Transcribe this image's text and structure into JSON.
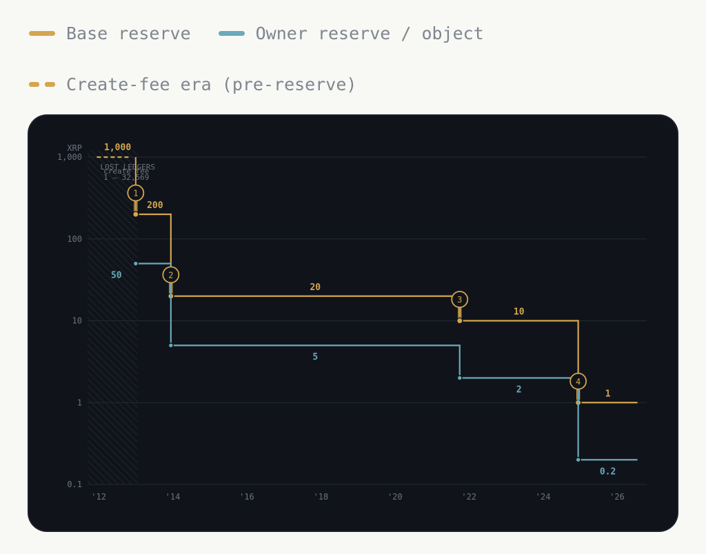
{
  "legend": [
    {
      "label": "Base reserve",
      "color": "#d4a64f",
      "style": "solid"
    },
    {
      "label": "Owner reserve / object",
      "color": "#6aaabb",
      "style": "solid"
    },
    {
      "label": "Create-fee era (pre-reserve)",
      "color": "#d4a64f",
      "style": "dashed"
    }
  ],
  "chart_data": {
    "type": "line",
    "step": true,
    "ylabel": "XRP",
    "yscale": "log",
    "ylim": [
      0.1,
      1000
    ],
    "xlim": [
      2011.7,
      2026.8
    ],
    "y_ticks": [
      {
        "value": 0.1,
        "label": "0.1"
      },
      {
        "value": 1,
        "label": "1"
      },
      {
        "value": 10,
        "label": "10"
      },
      {
        "value": 100,
        "label": "100"
      },
      {
        "value": 1000,
        "label": "1,000"
      }
    ],
    "x_ticks": [
      {
        "value": 2012,
        "label": "'12"
      },
      {
        "value": 2014,
        "label": "'14"
      },
      {
        "value": 2016,
        "label": "'16"
      },
      {
        "value": 2018,
        "label": "'18"
      },
      {
        "value": 2020,
        "label": "'20"
      },
      {
        "value": 2022,
        "label": "'22"
      },
      {
        "value": 2024,
        "label": "'24"
      },
      {
        "value": 2026,
        "label": "'26"
      }
    ],
    "series": [
      {
        "name": "Base reserve",
        "color": "#d4a64f",
        "points": [
          [
            2013.0,
            200
          ],
          [
            2013.95,
            20
          ],
          [
            2021.75,
            10
          ],
          [
            2024.95,
            1
          ]
        ],
        "end_x": 2026.55,
        "labels": [
          "200",
          "20",
          "10",
          "1"
        ]
      },
      {
        "name": "Owner reserve / object",
        "color": "#6aaabb",
        "points": [
          [
            2013.0,
            50
          ],
          [
            2013.95,
            5
          ],
          [
            2021.75,
            2
          ],
          [
            2024.95,
            0.2
          ]
        ],
        "end_x": 2026.55,
        "labels": [
          "50",
          "5",
          "2",
          "0.2"
        ]
      }
    ],
    "create_fee": {
      "value": 1000,
      "label": "1,000",
      "x_start": 2011.95,
      "x_end": 2012.85
    },
    "lost_ledgers": {
      "x_start": 2011.7,
      "x_end": 2013.05,
      "title": "LOST LEDGERS",
      "subtitle": "create fee",
      "range": "1 – 32,569"
    },
    "markers": [
      {
        "x": 2013.0,
        "label": "1"
      },
      {
        "x": 2013.95,
        "label": "2"
      },
      {
        "x": 2021.75,
        "label": "3"
      },
      {
        "x": 2024.95,
        "label": "4"
      }
    ]
  }
}
